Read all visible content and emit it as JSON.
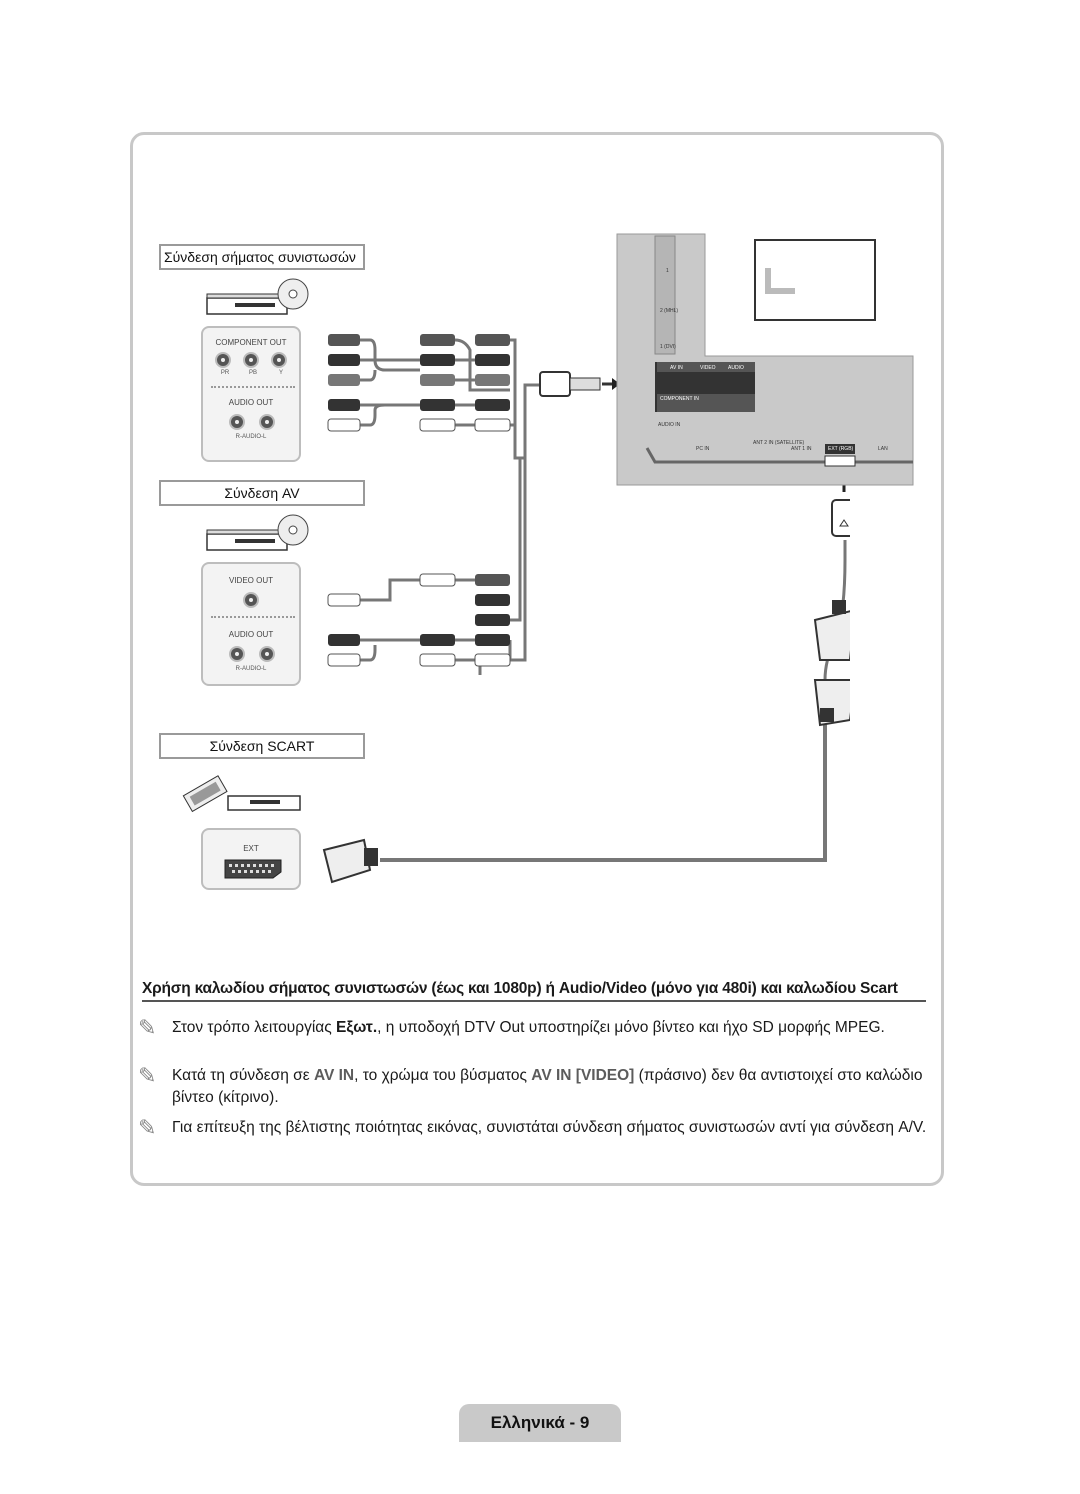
{
  "sections": {
    "component": {
      "title": "Σύνδεση σήματος συνιστωσών",
      "out_label": "COMPONENT OUT",
      "jacks": [
        "PR",
        "PB",
        "Y"
      ],
      "audio_out": "AUDIO OUT",
      "audio_sub": "R-AUDIO-L"
    },
    "av": {
      "title": "Σύνδεση AV",
      "video_out": "VIDEO OUT",
      "audio_out": "AUDIO OUT",
      "audio_sub": "R-AUDIO-L"
    },
    "scart": {
      "title": "Σύνδεση SCART",
      "ext": "EXT"
    }
  },
  "tv_panel": {
    "side_labels": [
      "1",
      "2 (MHL)",
      "1 (DVI)"
    ],
    "av_in": "AV IN",
    "video": "VIDEO",
    "audio": "AUDIO",
    "component_in": "COMPONENT IN",
    "dvi_audio": "AUDIO IN",
    "bottom_ports": [
      "PC IN",
      "ANT 2 IN (SATELLITE)",
      "ANT 1 IN",
      "EXT (RGB)",
      "LAN"
    ]
  },
  "heading": "Χρήση καλωδίου σήματος συνιστωσών (έως και 1080p) ή Audio/Video (μόνο για 480i) και καλωδίου Scart",
  "notes": [
    {
      "pre": "Στον τρόπο λειτουργίας ",
      "bold": "Εξωτ.",
      "post": ", η υποδοχή DTV Out υποστηρίζει μόνο βίντεο και ήχο SD μορφής MPEG."
    },
    {
      "pre": "Κατά τη σύνδεση σε ",
      "accent1": "AV IN",
      "mid": ", το χρώμα του βύσματος ",
      "accent2": "AV IN [VIDEO]",
      "post": " (πράσινο) δεν θα αντιστοιχεί στο καλώδιο βίντεο (κίτρινο)."
    },
    {
      "text": "Για επίτευξη της βέλτιστης ποιότητας εικόνας, συνιστάται σύνδεση σήματος συνιστωσών αντί για σύνδεση A/V."
    }
  ],
  "footer": "Ελληνικά - 9"
}
